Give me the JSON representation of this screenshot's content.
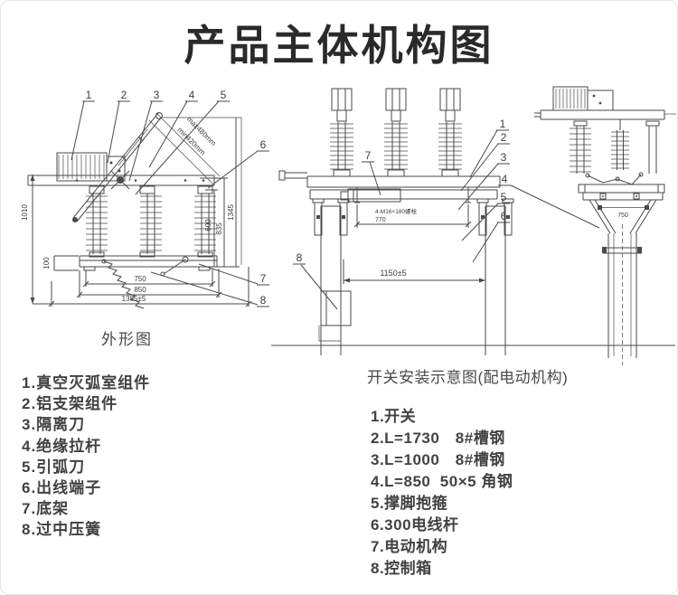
{
  "page": {
    "title": "产品主体机构图"
  },
  "outline_drawing": {
    "caption": "外形图",
    "callouts": [
      "1",
      "2",
      "3",
      "4",
      "5",
      "6",
      "7",
      "8"
    ],
    "dims": {
      "total_height": "1010",
      "base_height": "100",
      "width_750": "750",
      "width_850": "850",
      "width_total": "1385±5",
      "right_600": "600",
      "right_835": "835",
      "right_1345": "1345",
      "stroke_max": "max480mm",
      "stroke_min": "min420mm"
    }
  },
  "install_drawing": {
    "caption": "开关安装示意图(配电动机构)",
    "callouts": [
      "1",
      "2",
      "3",
      "4",
      "5",
      "6",
      "7",
      "8"
    ],
    "dims": {
      "bolt_note": "4-M16×180螺栓",
      "bolt_span": "770",
      "pole_span": "1150±5",
      "bracket_width": "750"
    }
  },
  "legend_left": {
    "items": [
      "1.真空灭弧室组件",
      "2.铝支架组件",
      "3.隔离刀",
      "4.绝缘拉杆",
      "5.引弧刀",
      "6.出线端子",
      "7.底架",
      "8.过中压簧"
    ]
  },
  "legend_right": {
    "items": [
      "1.开关",
      "2.L=1730　8#槽钢",
      "3.L=1000　8#槽钢",
      "4.L=850  50×5 角钢",
      "5.撑脚抱箍",
      "6.300电线杆",
      "7.电动机构",
      "8.控制箱"
    ]
  },
  "colors": {
    "line": "#4a4a4a",
    "text": "#3c3c3c",
    "title": "#2a2a2a"
  }
}
